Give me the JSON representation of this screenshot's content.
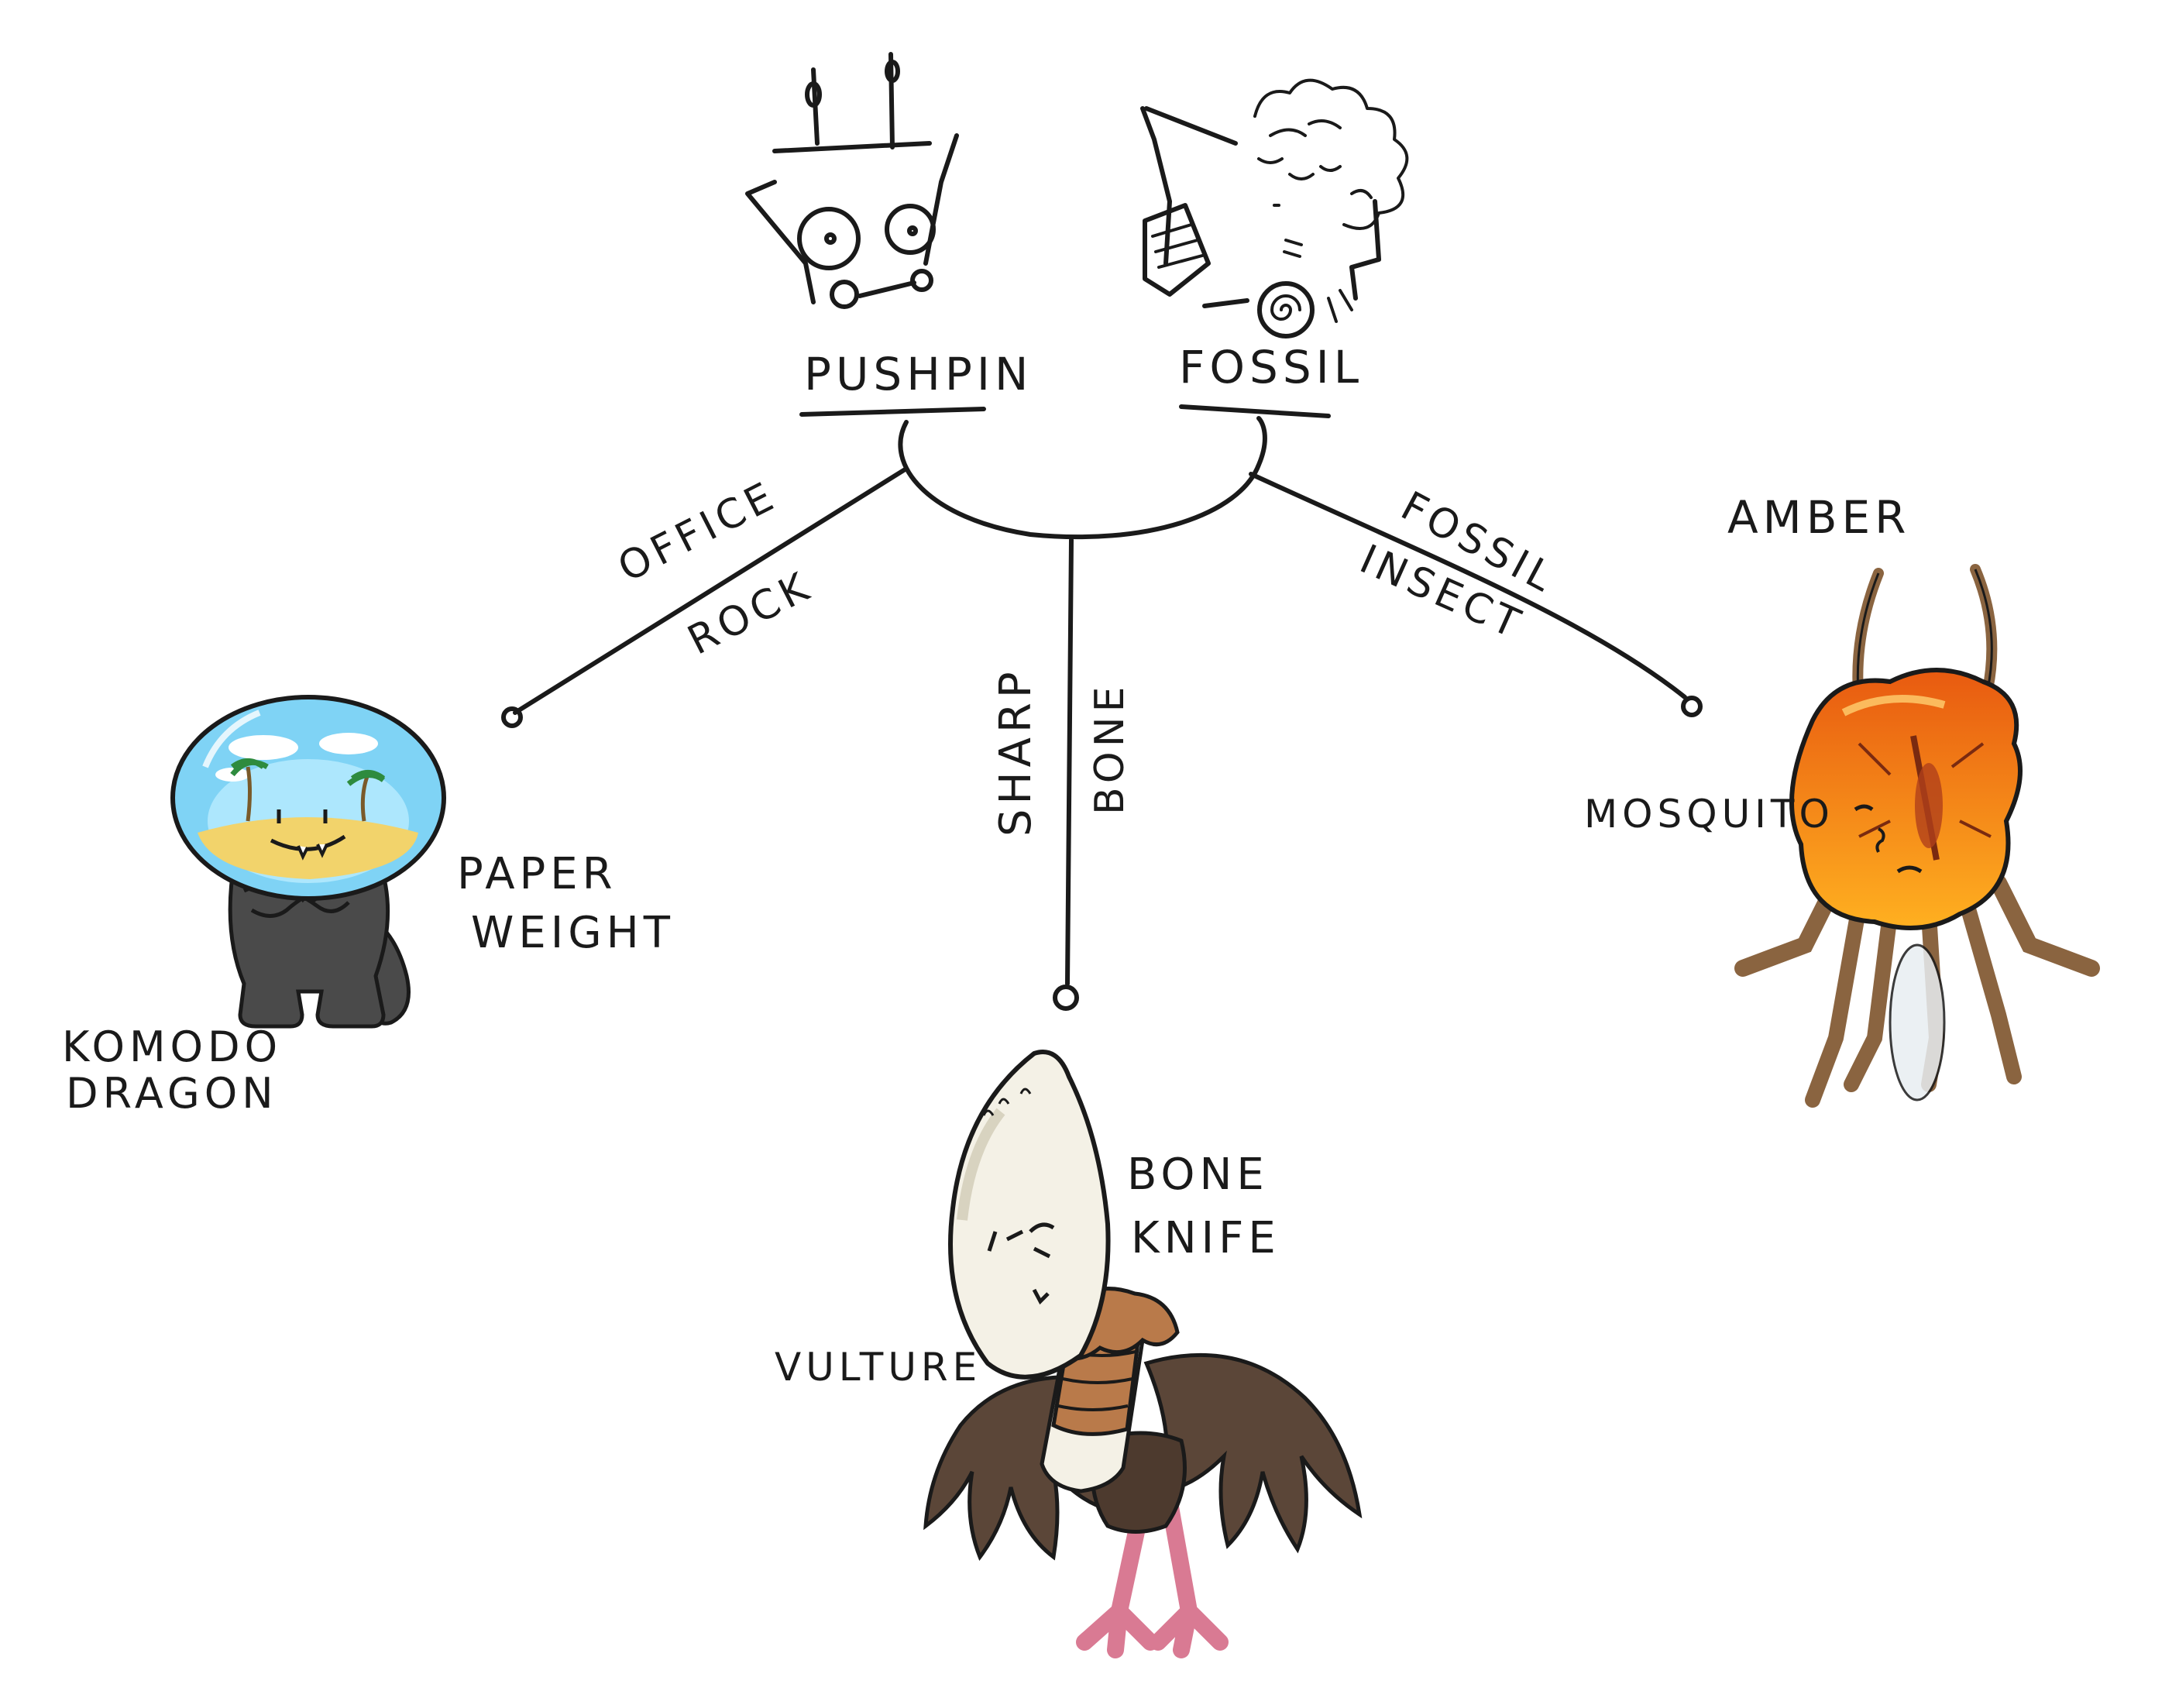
{
  "parents": {
    "left": {
      "label": "PUSHPIN"
    },
    "right": {
      "label": "FOSSIL"
    }
  },
  "branches": {
    "left": {
      "trait_top": "OFFICE",
      "trait_bottom": "ROCK"
    },
    "middle": {
      "trait_left": "SHARP",
      "trait_right": "BONE"
    },
    "right": {
      "trait_top": "FOSSIL",
      "trait_bottom": "INSECT"
    }
  },
  "offspring": {
    "left": {
      "name_line1": "PAPER",
      "name_line2": "WEIGHT",
      "animal_line1": "KOMODO",
      "animal_line2": "DRAGON"
    },
    "middle": {
      "name_line1": "BONE",
      "name_line2": "KNIFE",
      "animal": "VULTURE"
    },
    "right": {
      "name": "AMBER",
      "animal": "MOSQUITO"
    }
  },
  "colors": {
    "ink": "#1a1a1a",
    "paperweight_dome": "#7fd3f5",
    "paperweight_sand": "#f2d36b",
    "paperweight_body": "#4a4a4a",
    "amber_light": "#ffb020",
    "amber_dark": "#e85a10",
    "mosquito_leg": "#8a6440",
    "knife_blade": "#f4f1e6",
    "vulture_wing": "#5b4638",
    "vulture_ruff": "#b97a4a",
    "vulture_legs": "#d97a93"
  }
}
